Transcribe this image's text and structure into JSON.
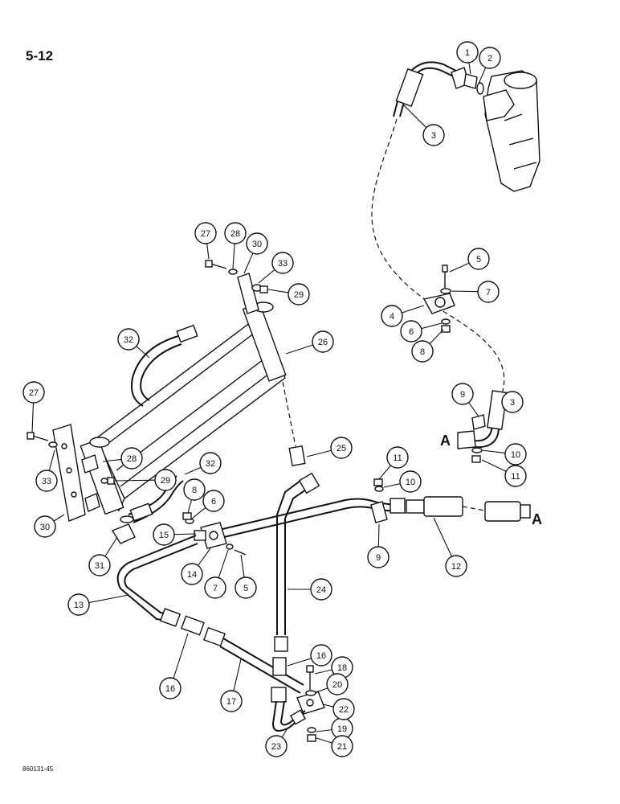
{
  "page_number": "5-12",
  "figure_code": "860131-45",
  "connector_label": "A",
  "callouts": [
    "1",
    "2",
    "3",
    "3",
    "4",
    "5",
    "5",
    "6",
    "6",
    "7",
    "7",
    "8",
    "8",
    "9",
    "9",
    "10",
    "10",
    "11",
    "11",
    "12",
    "13",
    "14",
    "15",
    "16",
    "16",
    "17",
    "18",
    "19",
    "20",
    "21",
    "22",
    "23",
    "24",
    "25",
    "26",
    "27",
    "27",
    "28",
    "28",
    "29",
    "29",
    "30",
    "30",
    "31",
    "32",
    "32",
    "33",
    "33"
  ],
  "colors": {
    "ink": "#111111",
    "paper": "#ffffff",
    "shade": "#d9d9d9"
  }
}
